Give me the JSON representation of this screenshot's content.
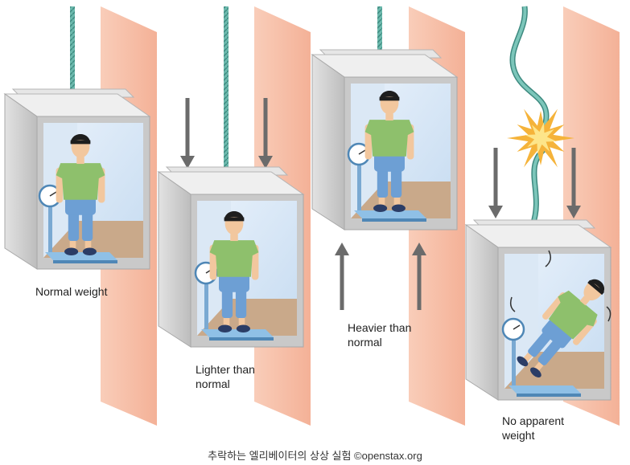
{
  "panels": [
    {
      "label_lines": [
        "Normal weight"
      ]
    },
    {
      "label_lines": [
        "Lighter than",
        "normal"
      ]
    },
    {
      "label_lines": [
        "Heavier than",
        "normal"
      ]
    },
    {
      "label_lines": [
        "No apparent",
        "weight"
      ]
    }
  ],
  "caption": "추락하는 엘리베이터의 상상 실험 ©openstax.org",
  "colors": {
    "shaft_wall": "#f7bfa8",
    "cable": "#5fb3a8",
    "arrow": "#6b6b6b",
    "cabin_frame": "#c9c9c9",
    "cabin_window": "#d7e7f6",
    "floor": "#c9a98a",
    "shirt": "#8ec06c",
    "pants": "#6d9fd4",
    "hair": "#1e1e1e",
    "skin": "#f2c79e",
    "explosion": "#f5b33a"
  },
  "icons": [
    "elevator-cabin",
    "person",
    "bathroom-scale",
    "cable",
    "motion-arrow",
    "explosion-burst"
  ]
}
